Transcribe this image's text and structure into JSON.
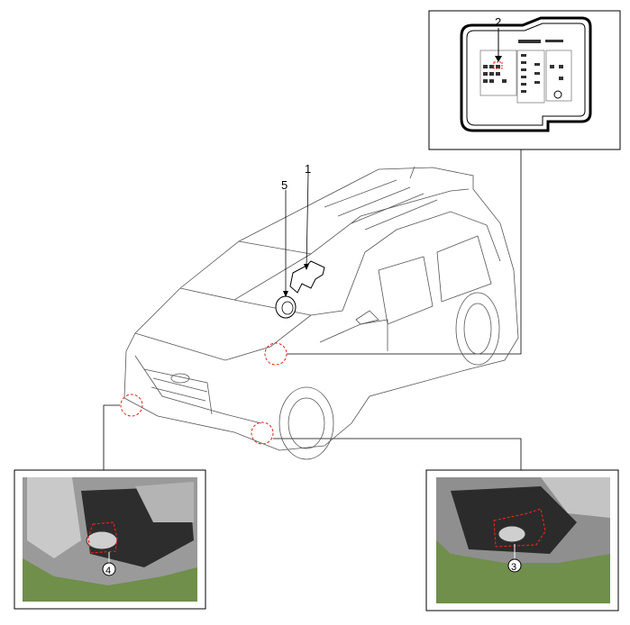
{
  "callouts": {
    "c1": "1",
    "c2": "2",
    "c3": "3",
    "c4": "4",
    "c5": "5"
  },
  "colors": {
    "highlight": "#e0241c",
    "grass": "#6f8f4a",
    "frame": "#000000"
  }
}
